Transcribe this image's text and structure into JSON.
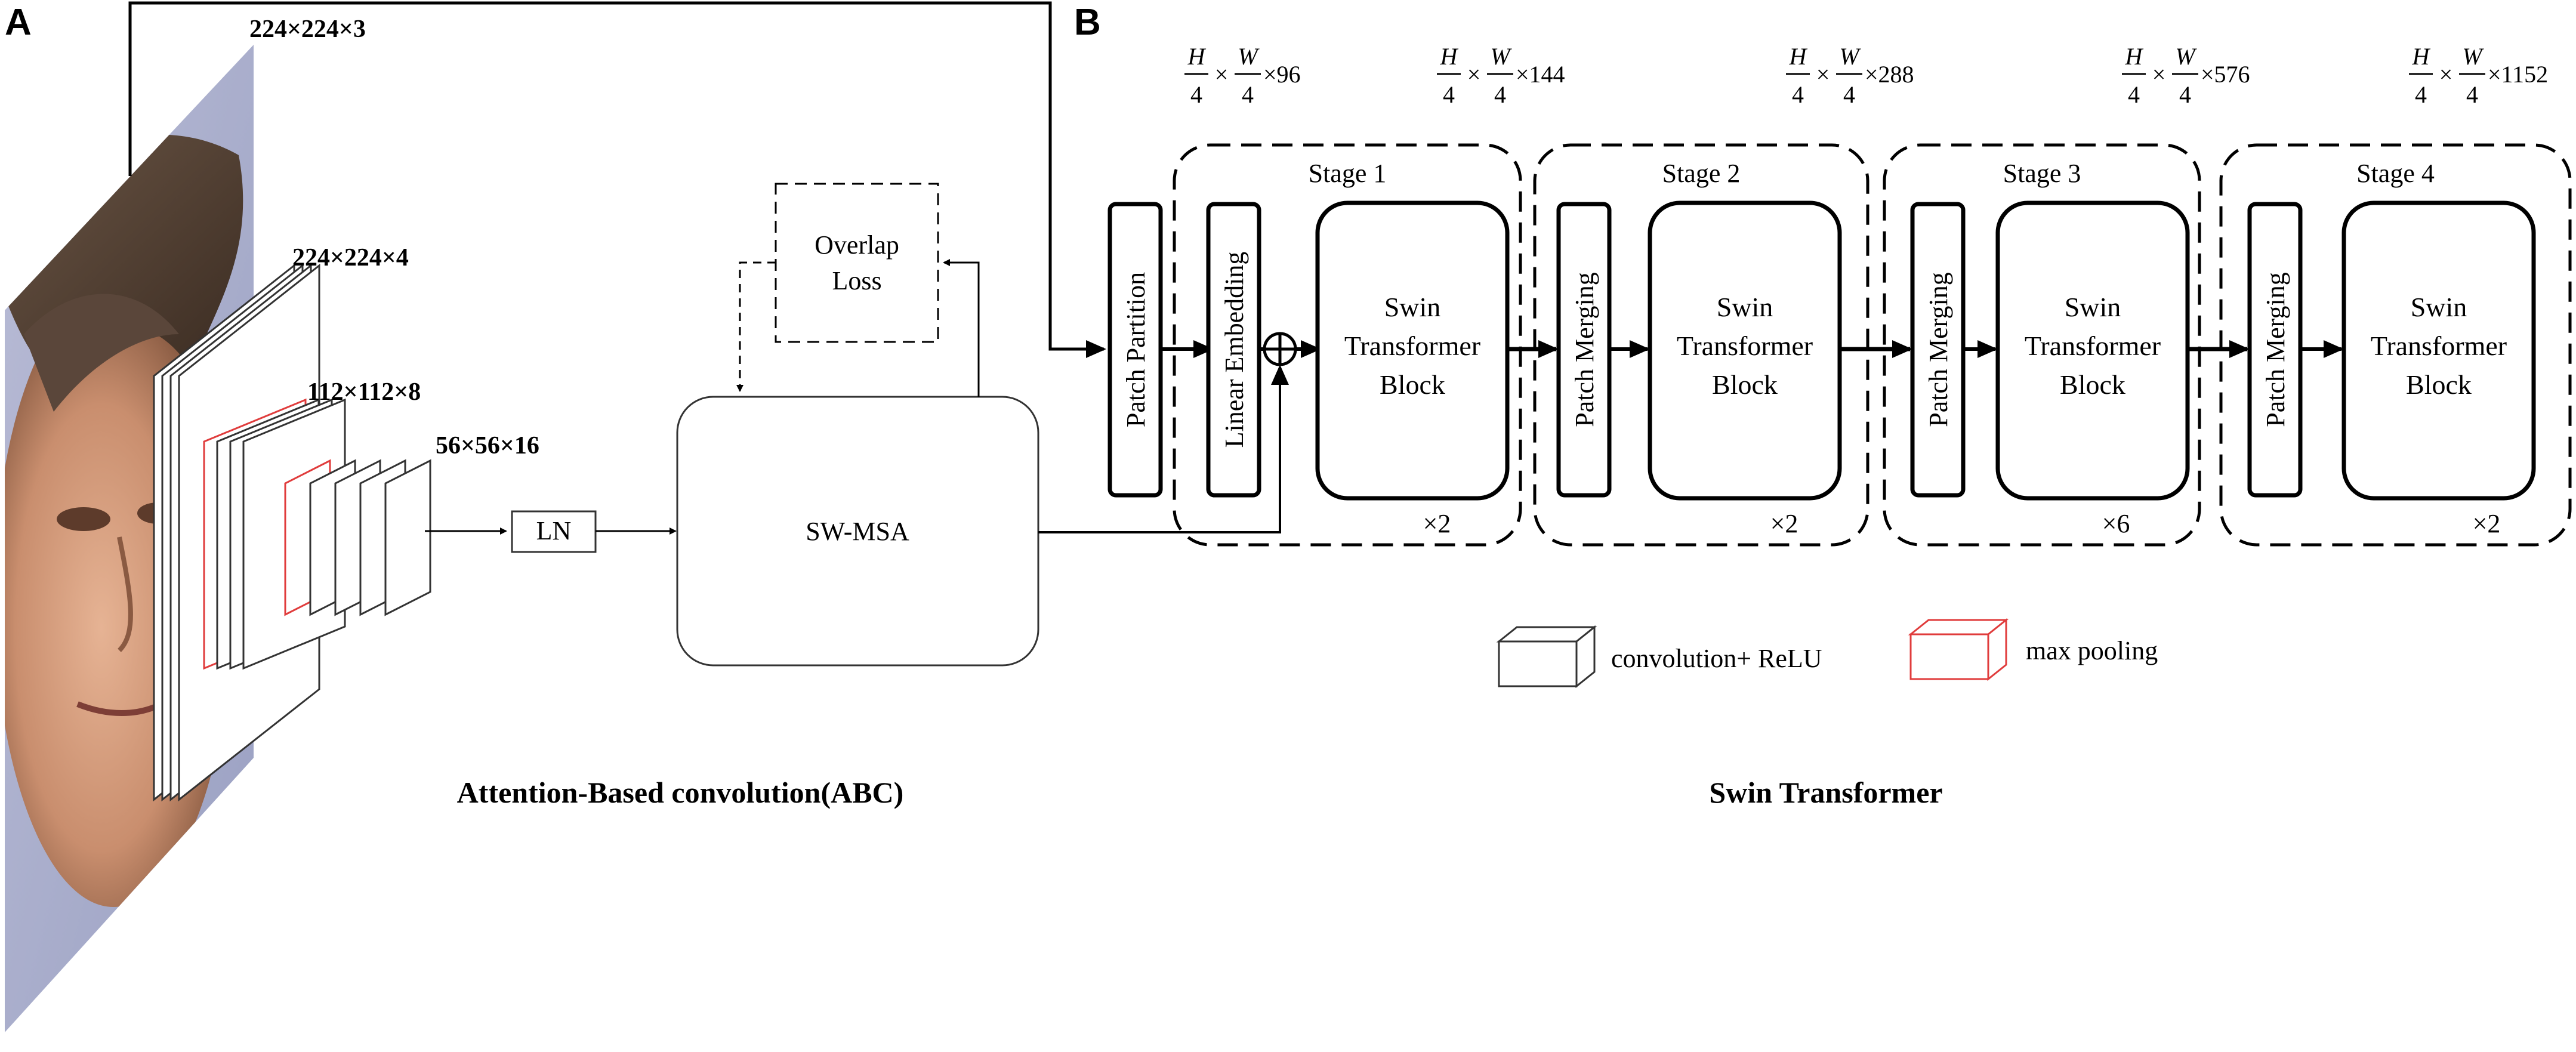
{
  "panel_labels": {
    "a": "A",
    "b": "B"
  },
  "abc": {
    "input_dims": "224×224×3",
    "layer_dims": [
      "224×224×4",
      "112×112×8",
      "56×56×16"
    ],
    "ln_label": "LN",
    "attention_label": "SW-MSA",
    "loss_label_line1": "Overlap",
    "loss_label_line2": "Loss",
    "caption": "Attention-Based convolution(ABC)",
    "face_image": "face-photo"
  },
  "swin": {
    "patch_partition": "Patch Partition",
    "linear_embedding": "Linear Embedding",
    "patch_merging": "Patch Merging",
    "block_line1": "Swin",
    "block_line2": "Transformer",
    "block_line3": "Block",
    "dims_h": "H",
    "dims_w": "W",
    "dims_denominator": "4",
    "dims_times": "×",
    "stages": [
      {
        "label": "Stage 1",
        "repeat": "×2",
        "channels": "×96"
      },
      {
        "label": "Stage 2",
        "repeat": "×2",
        "channels": "×144"
      },
      {
        "label": "Stage 3",
        "repeat": "×6",
        "channels": "×288"
      },
      {
        "label": "Stage 4",
        "repeat": "×2",
        "channels": "×576"
      }
    ],
    "final_channels": "×1152",
    "caption": "Swin Transformer"
  },
  "legend": {
    "conv_label": "convolution+ ReLU",
    "pool_label": "max pooling",
    "conv_color": "#333333",
    "pool_color": "#e03c3c"
  }
}
